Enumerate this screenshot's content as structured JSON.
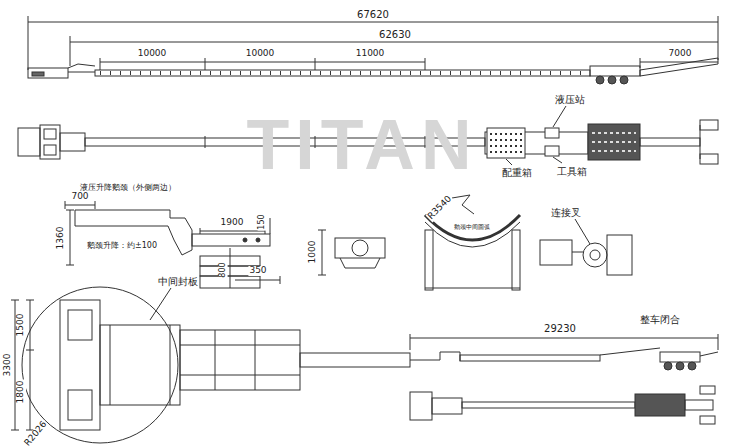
{
  "diagram": {
    "labels": [
      "67620",
      "62630",
      "10000",
      "10000",
      "11000",
      "7000",
      "液压站",
      "配重箱",
      "工具箱",
      "液压升降鹅颈（外侧两边）",
      "700",
      "1360",
      "1900",
      "150",
      "鹅颈升降：约±100",
      "800",
      "350",
      "1000",
      "R3540",
      "鹅颈中间圆弧",
      "连接叉",
      "中间封板",
      "1500",
      "3300",
      "1800",
      "R2026",
      "29230",
      "整车闭合",
      "TITAN"
    ]
  }
}
